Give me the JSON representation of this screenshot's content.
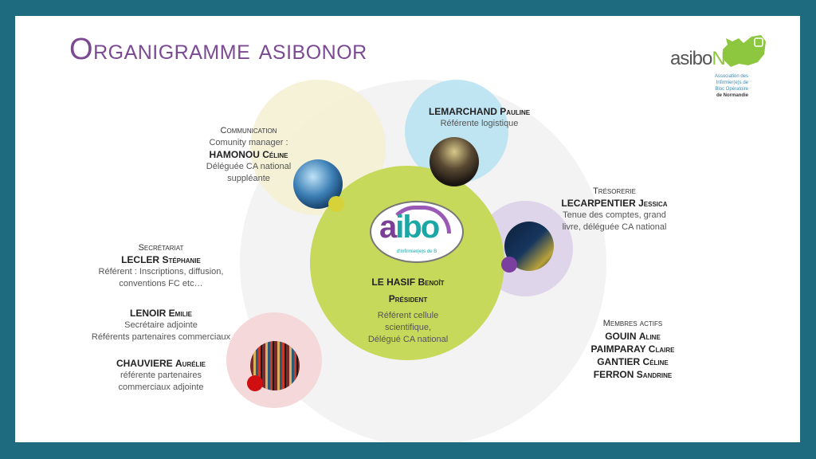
{
  "title": "Organigramme ASIBONOR",
  "title_first_letter": "O",
  "title_rest": "rganigramme asibonor",
  "logo": {
    "word_main": "asibo",
    "word_accent": "Nor",
    "subtitle_lines": [
      "Association des",
      "Infirmier(e)s de",
      "Bloc Opératoire",
      "de Normandie"
    ]
  },
  "center_logo": {
    "word_a": "a",
    "word_rest": "ibo",
    "subtitle": "d'Infirmier(e)s de B"
  },
  "president": {
    "name": "LE HASIF",
    "firstname": "Benoît",
    "role": "Président",
    "desc_lines": [
      "Référent cellule",
      "scientifique,",
      "Délégué CA national"
    ]
  },
  "communication": {
    "role": "Communication",
    "desc_line": "Comunity manager :",
    "name": "HAMONOU",
    "firstname": "Céline",
    "desc_lines": [
      "Déléguée CA national",
      "suppléante"
    ]
  },
  "logistique": {
    "name": "LEMARCHAND",
    "firstname": "Pauline",
    "desc": "Référente logistique"
  },
  "tresorerie": {
    "role": "Trésorerie",
    "name": "LECARPENTIER",
    "firstname": "Jessica",
    "desc_lines": [
      "Tenue des comptes, grand",
      "livre, déléguée CA national"
    ]
  },
  "secretariat": {
    "role": "Secrétariat",
    "name": "LECLER",
    "firstname": "Stéphanie",
    "desc_lines": [
      "Référent :  Inscriptions, diffusion,",
      "conventions FC etc…"
    ]
  },
  "secretaire_adjointe": {
    "name": "LENOIR",
    "firstname": "Emilie",
    "desc_lines": [
      "Secrétaire adjointe",
      "Référents partenaires commerciaux"
    ]
  },
  "partenaires_adjointe": {
    "name": "CHAUVIERE",
    "firstname": "Aurélie",
    "desc_lines": [
      "référente partenaires",
      "commerciaux adjointe"
    ]
  },
  "membres": {
    "role": "Membres actifs",
    "list": [
      {
        "name": "GOUIN",
        "firstname": "Aline"
      },
      {
        "name": "PAIMPARAY",
        "firstname": "Claire"
      },
      {
        "name": "GANTIER",
        "firstname": "Céline"
      },
      {
        "name": "FERRON",
        "firstname": "Sandrine"
      }
    ]
  },
  "colors": {
    "frame": "#1e6b7f",
    "title": "#7b4a93",
    "center": "#c6d85a",
    "communication": "#f2efcc",
    "logistique": "#b5e0f0",
    "tresorerie": "#ddd3ea",
    "partenaires": "#f3d4d6",
    "big_circle": "#f2f2f2"
  }
}
